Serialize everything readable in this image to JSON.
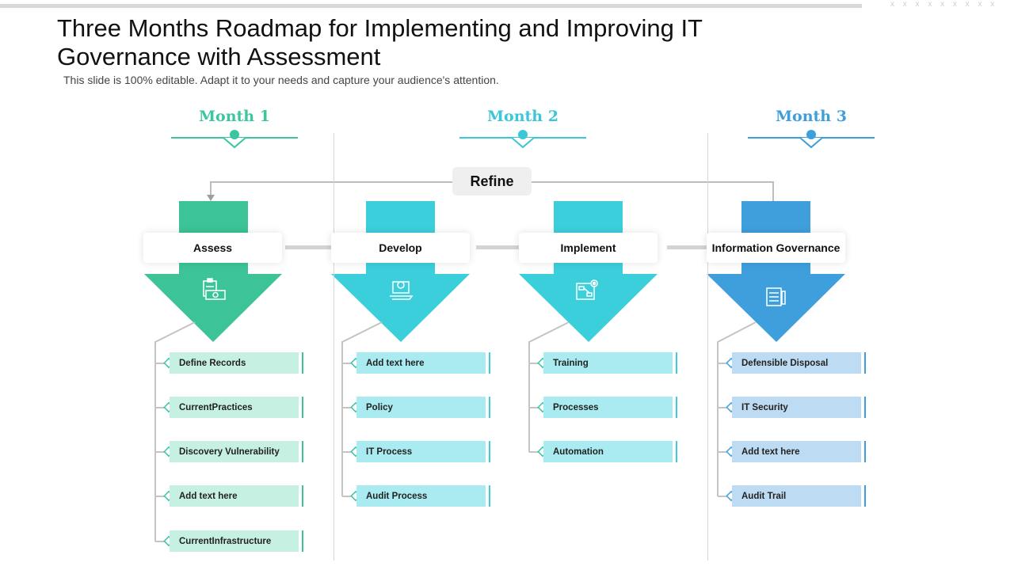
{
  "slide": {
    "title": "Three Months Roadmap for Implementing and Improving IT Governance with Assessment",
    "subtitle": "This slide is 100% editable. Adapt it to your needs and capture your audience's attention.",
    "corner_marks": "x x x x x x x x x"
  },
  "months": [
    {
      "label": "Month 1",
      "color": "#3cc6a0"
    },
    {
      "label": "Month 2",
      "color": "#3bc8d6"
    },
    {
      "label": "Month 3",
      "color": "#3f9fdc"
    }
  ],
  "refine_label": "Refine",
  "stages": [
    {
      "label": "Assess",
      "color": "#3cc498",
      "icon": "clipboard-money-icon",
      "items": [
        "Define Records",
        "CurrentPractices",
        "Discovery Vulnerability",
        "Add text here",
        "CurrentInfrastructure"
      ]
    },
    {
      "label": "Develop",
      "color": "#3bcfdc",
      "icon": "laptop-code-icon",
      "items": [
        "Add text here",
        "Policy",
        "IT Process",
        "Audit Process"
      ]
    },
    {
      "label": "Implement",
      "color": "#3bcfdc",
      "icon": "flowchart-gear-icon",
      "items": [
        "Training",
        "Processes",
        "Automation"
      ]
    },
    {
      "label": "Information Governance",
      "color": "#3f9fdc",
      "icon": "document-policy-icon",
      "items": [
        "Defensible Disposal",
        "IT Security",
        "Add text here",
        "Audit Trail"
      ]
    }
  ]
}
